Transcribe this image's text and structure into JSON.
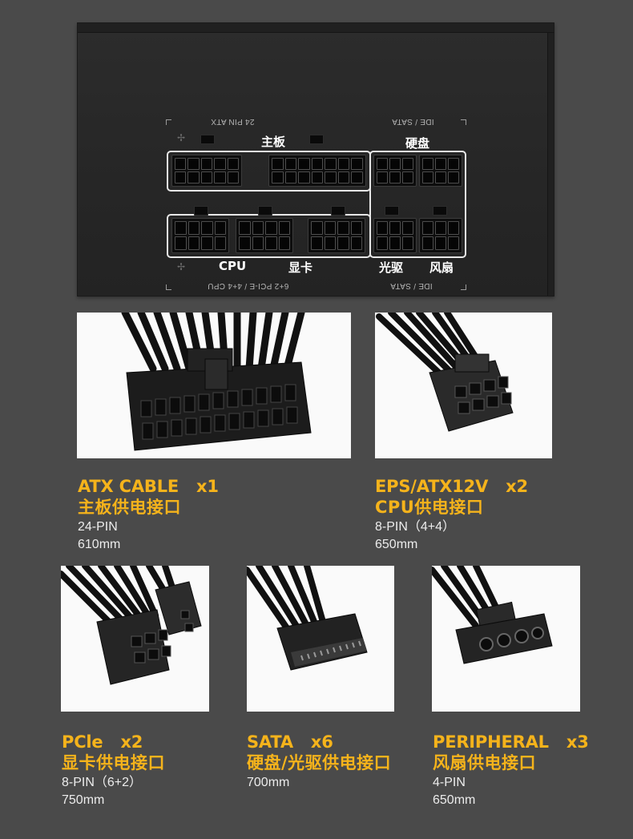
{
  "panel": {
    "label_atx": "24 PIN ATX",
    "label_ide_top": "IDE / SATA",
    "label_mainboard": "主板",
    "label_hdd": "硬盘",
    "label_cpu": "CPU",
    "label_gpu": "显卡",
    "label_optical": "光驱",
    "label_fan": "风扇",
    "label_pcie_cpu": "6+2 PCI-E / 4+4 CPU",
    "label_ide_bottom": "IDE / SATA"
  },
  "cables": [
    {
      "name": "ATX CABLE",
      "qty": "x1",
      "subtitle": "主板供电接口",
      "pins": "24-PIN",
      "length": "610mm",
      "icon": "atx-24pin-connector"
    },
    {
      "name": "EPS/ATX12V",
      "qty": "x2",
      "subtitle": "CPU供电接口",
      "pins": "8-PIN（4+4）",
      "length": "650mm",
      "icon": "eps-8pin-connector"
    },
    {
      "name": "PCle",
      "qty": "x2",
      "subtitle": "显卡供电接口",
      "pins": "8-PIN（6+2）",
      "length": "750mm",
      "icon": "pcie-8pin-connector"
    },
    {
      "name": "SATA",
      "qty": "x6",
      "subtitle": "硬盘/光驱供电接口",
      "pins": "",
      "length": "700mm",
      "icon": "sata-connector"
    },
    {
      "name": "PERIPHERAL",
      "qty": "x3",
      "subtitle": "风扇供电接口",
      "pins": "4-PIN",
      "length": "650mm",
      "icon": "molex-4pin-connector"
    }
  ],
  "colors": {
    "background": "#4a4a4a",
    "accent": "#f5b31b",
    "text": "#ececec"
  }
}
